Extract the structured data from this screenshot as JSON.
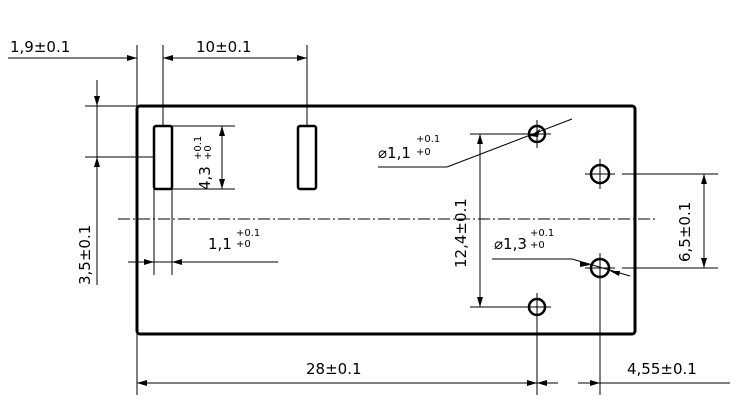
{
  "dimensions": {
    "pin_offset_x": "1,9±0.1",
    "pin_spacing": "10±0.1",
    "pin_height_base": "4,3",
    "pin_height_tol_upper": "+0.1",
    "pin_height_tol_lower": "+0",
    "edge_to_center": "3,5±0.1",
    "pin_width_base": "1,1",
    "pin_width_tol_upper": "+0.1",
    "pin_width_tol_lower": "+0",
    "hole_small_prefix": "⌀1,1",
    "hole_small_tol_upper": "+0.1",
    "hole_small_tol_lower": "+0",
    "hole_vertical_spacing": "12,4±0.1",
    "hole_large_prefix": "⌀1,3",
    "hole_large_tol_upper": "+0.1",
    "hole_large_tol_lower": "+0",
    "hole_pair_spacing": "6,5±0.1",
    "overall_length": "28±0.1",
    "hole_edge_offset": "4,55±0.1"
  }
}
